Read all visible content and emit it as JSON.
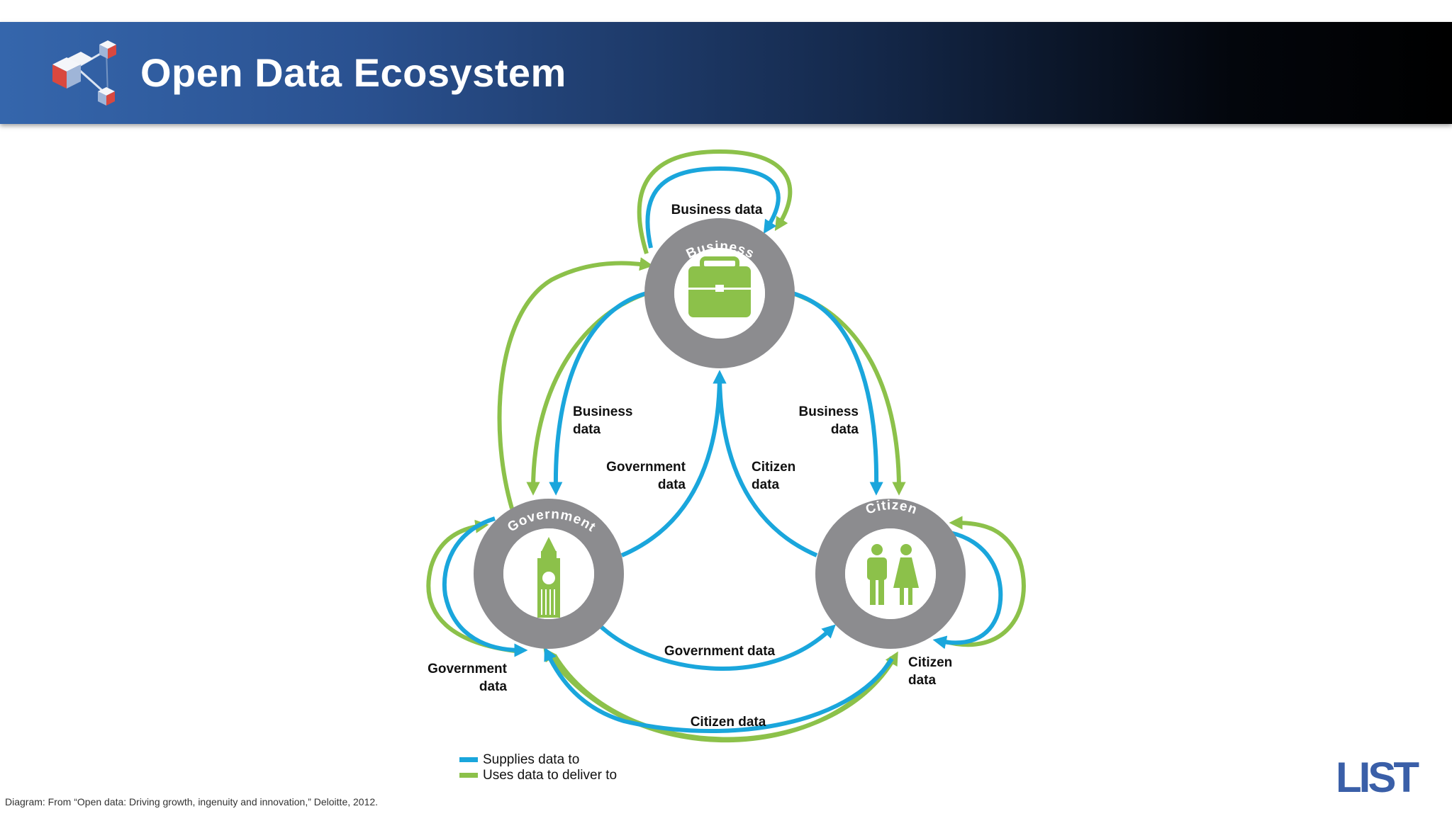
{
  "header": {
    "title": "Open Data Ecosystem"
  },
  "diagram": {
    "nodes": {
      "business": {
        "label": "Business"
      },
      "government": {
        "label": "Government"
      },
      "citizen": {
        "label": "Citizen"
      }
    },
    "edge_labels": {
      "business_self": "Business data",
      "business_to_gov_l1": "Business",
      "business_to_gov_l2": "data",
      "business_to_cit_l1": "Business",
      "business_to_cit_l2": "data",
      "gov_to_business_l1": "Government",
      "gov_to_business_l2": "data",
      "cit_to_business_l1": "Citizen",
      "cit_to_business_l2": "data",
      "gov_to_cit": "Government data",
      "gov_self_l1": "Government",
      "gov_self_l2": "data",
      "cit_self_l1": "Citizen",
      "cit_self_l2": "data",
      "cit_to_gov": "Citizen data"
    },
    "legend": {
      "supplies": "Supplies data to",
      "uses": "Uses data to deliver to"
    },
    "colors": {
      "supplies": "#1aa6dc",
      "uses": "#8cc14a",
      "ring": "#8c8c8f",
      "icon": "#8cc14a"
    }
  },
  "footer": {
    "source": "Diagram: From “Open data: Driving growth, ingenuity and innovation,” Deloitte, 2012.",
    "logo_text": "LIST"
  },
  "icons": {
    "header_logo": "network-cubes-icon",
    "business": "briefcase-icon",
    "government": "clock-tower-icon",
    "citizen": "people-icon"
  }
}
